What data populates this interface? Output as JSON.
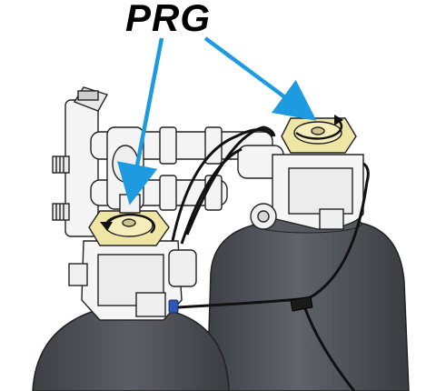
{
  "annotation": {
    "label": "PRG",
    "arrow_color": "#1e9be0"
  },
  "colors": {
    "tank_dark": "#4a4d52",
    "tank_mid": "#5e6167",
    "valve_body": "#f2f2f2",
    "valve_outline": "#222222",
    "dial_yellow": "#efe6a6",
    "tube_black": "#111111",
    "connector_blue": "#2c56b8"
  },
  "parts": {
    "left_tank": "tank",
    "right_tank": "tank",
    "left_valve": "control-valve",
    "right_valve": "control-valve",
    "bypass_manifold": "manifold",
    "signal_tube": "tube"
  }
}
